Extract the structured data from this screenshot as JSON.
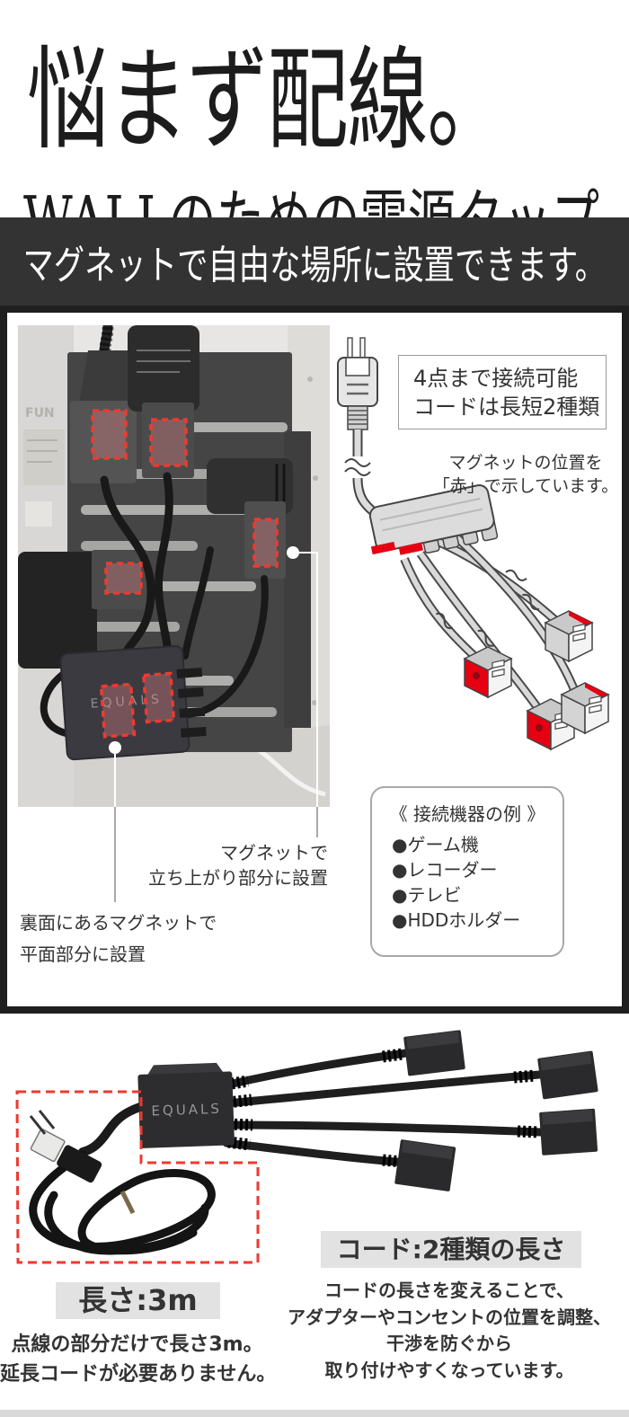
{
  "header": {
    "title": "悩まず配線。",
    "subtitle": "WALLのための電源タップ。"
  },
  "banner": {
    "text": "マグネットで自由な場所に設置できます。"
  },
  "feature": {
    "callout_box": {
      "line1": "4点まで接続可能",
      "line2": "コードは長短2種類"
    },
    "magnet_note": {
      "line1": "マグネットの位置を",
      "line2": "「赤」で示しています。"
    },
    "devices_box": {
      "title": "《 接続機器の例 》",
      "bullet": "●",
      "items": [
        "ゲーム機",
        "レコーダー",
        "テレビ",
        "HDDホルダー"
      ]
    },
    "annotation_standing": {
      "line1": "マグネットで",
      "line2": "立ち上がり部分に設置"
    },
    "annotation_flat": {
      "line1": "裏面にあるマグネットで",
      "line2": "平面部分に設置"
    },
    "photo": {
      "brand": "EQUALS",
      "tv_label": "FUN"
    }
  },
  "bottom": {
    "product_brand": "EQUALS",
    "length_label": "長さ:3m",
    "length_note1": "点線の部分だけで長さ3m。",
    "length_note2": "延長コードが必要ありません。",
    "cord_label": "コード:2種類の長さ",
    "cord_notes": [
      "コードの長さを変えることで、",
      "アダプターやコンセントの位置を調整、",
      "干渉を防ぐから",
      "取り付けやすくなっています。"
    ]
  },
  "colors": {
    "accent_red_dash": "#ed3a2f",
    "magnet_red": "#e60012",
    "banner_bg": "#333333",
    "frame_border": "#1f1f1f",
    "label_bg": "#e2e2e2"
  }
}
